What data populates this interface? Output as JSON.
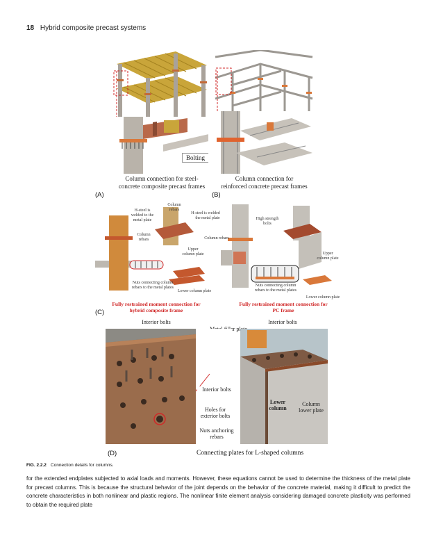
{
  "header": {
    "page_number": "18",
    "running_title": "Hybrid composite precast systems"
  },
  "panel_a": {
    "label": "(A)",
    "callout": "Bolting",
    "caption_line1": "Column connection for steel-",
    "caption_line2": "concrete composite precast frames"
  },
  "panel_b": {
    "label": "(B)",
    "caption_line1": "Column connection for",
    "caption_line2": "reinforced concrete precast frames"
  },
  "panel_c": {
    "label": "(C)",
    "left_labels": {
      "h_steel_welded": "H-steel is\nwelded to the\nmetal plate",
      "column_rebars_top": "Column\nrebars",
      "h_steel_welded_2": "H-steel is welded to\nthe metal plate",
      "column_rebars_left": "Column\nrebars",
      "upper_column_plate": "Upper\ncolumn plate",
      "nuts_connecting": "Nuts connecting column\nrebars to the metal plates",
      "lower_column_plate": "Lower column plate"
    },
    "right_labels": {
      "high_strength_bolts": "High strength\nbolts",
      "column_rebars": "Column rebars",
      "upper_column_plate": "Upper\ncolumn plate",
      "nuts_connecting": "Nuts connecting column\nrebars to the metal plates",
      "lower_column_plate": "Lower column plate"
    },
    "caption_left_1": "Fully restrained moment connection for",
    "caption_left_2": "hybrid composite frame",
    "caption_right_1": "Fully restrained moment connection for",
    "caption_right_2": "PC frame"
  },
  "panel_d": {
    "label": "(D)",
    "interior_bolts_left": "Interior bolts",
    "metal_filler_plate": "Metal filler plate",
    "interior_bolts_right": "Interior bolts",
    "interior_bolts_mid": "Interior bolts",
    "holes_exterior": "Holes for\nexterior bolts",
    "nuts_anchoring": "Nuts anchoring\nrebars",
    "lower_column": "Lower\ncolumn",
    "column_lower_plate": "Column\nlower plate",
    "caption": "Connecting plates for L-shaped columns"
  },
  "figure_caption": {
    "number": "FIG. 2.2.2",
    "text": "Connection details for columns."
  },
  "body_text": "for the extended endplates subjected to axial loads and moments. However, these equations cannot be used to determine the thickness of the metal plate for precast columns. This is because the structural behavior of the joint depends on the behavior of the concrete material, making it difficult to predict the concrete characteristics in both nonlinear and plastic regions. The nonlinear finite element analysis considering damaged concrete plasticity was performed to obtain the required plate",
  "colors": {
    "accent_red": "#d02828",
    "steel_orange": "#d9783a",
    "concrete_gray": "#b8b4ae"
  }
}
